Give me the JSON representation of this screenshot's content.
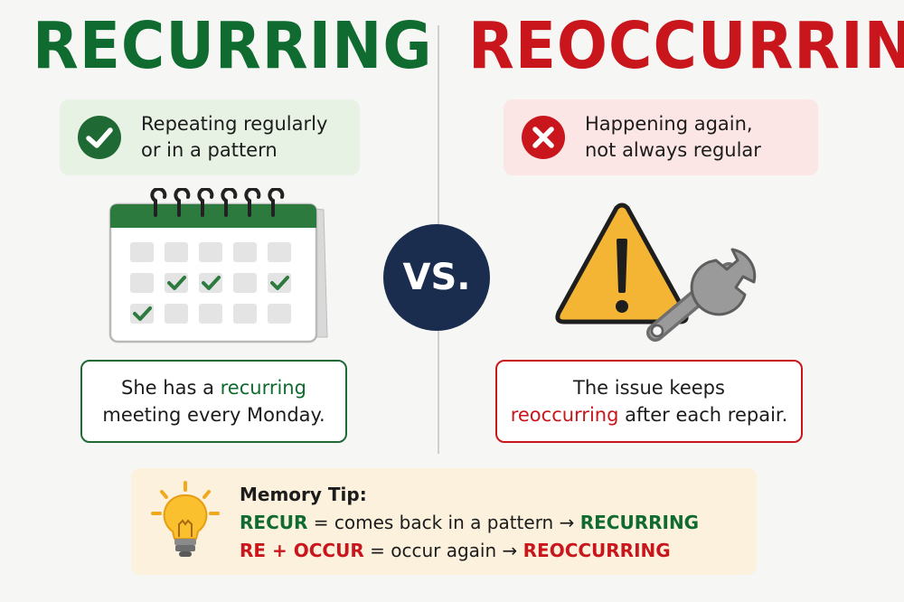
{
  "left": {
    "title": "RECURRING",
    "definition": [
      "Repeating regularly",
      "or in a pattern"
    ],
    "example": {
      "line1_before": "She has a ",
      "line1_keyword": "recurring",
      "line2": "meeting every Monday."
    }
  },
  "right": {
    "title": "REOCCURRING",
    "definition": [
      "Happening again,",
      "not always regular"
    ],
    "example": {
      "line1": "The issue keeps",
      "line2_keyword": "reoccurring",
      "line2_after": " after each repair."
    }
  },
  "vs_label": "VS.",
  "memory_tip": {
    "heading": "Memory Tip:",
    "line1": {
      "term": "RECUR",
      "text": " = comes back in a pattern → ",
      "result": "RECURRING"
    },
    "line2": {
      "term": "RE + OCCUR",
      "text": " = occur again → ",
      "result": "REOCCURRING"
    }
  },
  "colors": {
    "green": "#0f6b2f",
    "red": "#c9161d",
    "navy": "#1a2d4f",
    "warning_yellow": "#f5b534"
  },
  "icons": [
    "checkmark-icon",
    "x-mark-icon",
    "calendar-icon",
    "warning-icon",
    "wrench-icon",
    "lightbulb-icon"
  ]
}
